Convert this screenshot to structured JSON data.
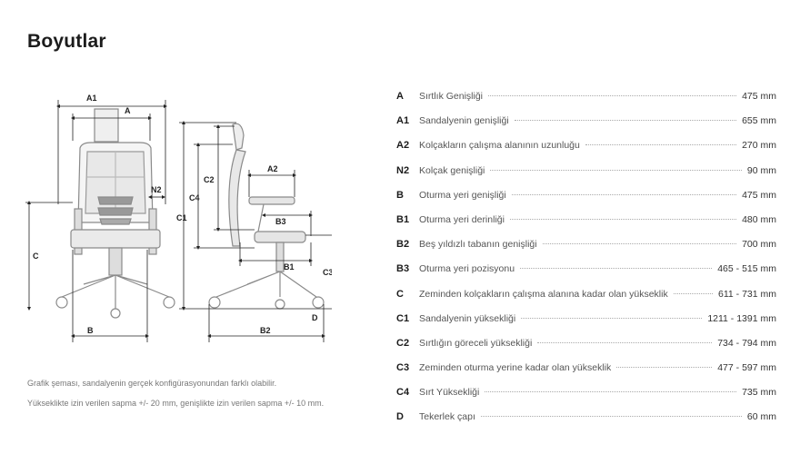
{
  "title": "Boyutlar",
  "diagram_labels": {
    "A1": "A1",
    "A": "A",
    "N2": "N2",
    "C": "C",
    "B": "B",
    "A2": "A2",
    "C2": "C2",
    "C4": "C4",
    "C1": "C1",
    "B3": "B3",
    "B1": "B1",
    "C3": "C3",
    "B2": "B2",
    "D": "D"
  },
  "notes": [
    "Grafik şeması, sandalyenin gerçek konfigürasyonundan farklı olabilir.",
    "Yükseklikte izin verilen sapma +/- 20 mm, genişlikte izin verilen sapma +/- 10 mm."
  ],
  "specs": [
    {
      "code": "A",
      "label": "Sırtlık Genişliği",
      "value": "475 mm"
    },
    {
      "code": "A1",
      "label": "Sandalyenin genişliği",
      "value": "655 mm"
    },
    {
      "code": "A2",
      "label": "Kolçakların çalışma alanının uzunluğu",
      "value": "270 mm"
    },
    {
      "code": "N2",
      "label": "Kolçak genişliği",
      "value": "90 mm"
    },
    {
      "code": "B",
      "label": "Oturma yeri genişliği",
      "value": "475 mm"
    },
    {
      "code": "B1",
      "label": "Oturma yeri derinliği",
      "value": "480 mm"
    },
    {
      "code": "B2",
      "label": "Beş yıldızlı tabanın genişliği",
      "value": "700 mm"
    },
    {
      "code": "B3",
      "label": "Oturma yeri pozisyonu",
      "value": "465 - 515 mm"
    },
    {
      "code": "C",
      "label": "Zeminden kolçakların çalışma alanına kadar olan yükseklik",
      "value": "611 - 731 mm"
    },
    {
      "code": "C1",
      "label": "Sandalyenin yüksekliği",
      "value": "1211 - 1391 mm"
    },
    {
      "code": "C2",
      "label": "Sırtlığın göreceli yüksekliği",
      "value": "734 - 794 mm"
    },
    {
      "code": "C3",
      "label": "Zeminden oturma yerine kadar olan yükseklik",
      "value": "477 - 597 mm"
    },
    {
      "code": "C4",
      "label": "Sırt Yüksekliği",
      "value": "735 mm"
    },
    {
      "code": "D",
      "label": "Tekerlek çapı",
      "value": "60 mm"
    }
  ]
}
